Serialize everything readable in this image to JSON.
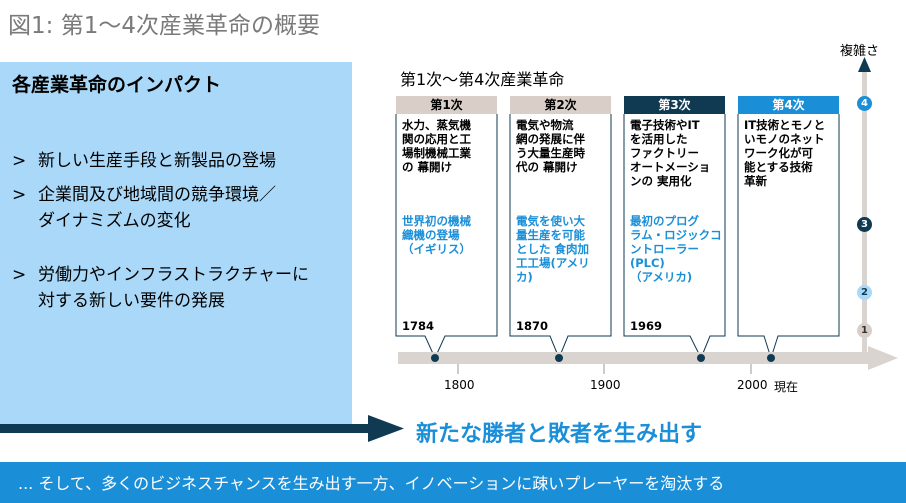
{
  "title": "図1: 第1〜4次産業革命の概要",
  "left_panel": {
    "heading": "各産業革命のインパクト",
    "bullets": [
      {
        "marker": ">",
        "lines": [
          "新しい生産手段と新製品の登場"
        ]
      },
      {
        "marker": ">",
        "lines": [
          "企業間及び地域間の競争環境／",
          "ダイナミズムの変化"
        ]
      },
      {
        "marker": ">",
        "lines": [
          "労働力やインフラストラクチャーに",
          "対する新しい要件の発展"
        ]
      }
    ]
  },
  "arrow_label": "新たな勝者と敗者を生み出す",
  "bottom_banner": "... そして、多くのビジネスチャンスを生み出す一方、イノベーションに疎いプレーヤーを淘汰する",
  "timeline": {
    "title": "第1次〜第4次産業革命",
    "y_axis_label": "複雑さ",
    "levels": [
      "1",
      "2",
      "3",
      "4"
    ],
    "x_ticks": [
      "1800",
      "1900",
      "2000"
    ],
    "now_label": "現在",
    "revolutions": [
      {
        "header": "第1次",
        "description": [
          "水力、蒸気機",
          "関の応用と工",
          "場制機械工業",
          "の 幕開け"
        ],
        "innovation": [
          "世界初の機械",
          "織機の登場",
          "（イギリス）"
        ],
        "year": "1784",
        "level": 1
      },
      {
        "header": "第2次",
        "description": [
          "電気や物流",
          "網の発展に伴",
          "う大量生産時",
          "代の 幕開け"
        ],
        "innovation": [
          "電気を使い大",
          "量生産を可能",
          "とした 食肉加",
          "工工場(アメリ",
          "カ)"
        ],
        "year": "1870",
        "level": 2
      },
      {
        "header": "第3次",
        "description": [
          "電子技術やIT",
          "を活用した",
          "ファクトリー",
          "オートメーショ",
          "ンの 実用化"
        ],
        "innovation": [
          "最初のプログ",
          "ラム・ロジックコ",
          "ントローラー",
          "(PLC)",
          "（アメリカ)"
        ],
        "year": "1969",
        "level": 3
      },
      {
        "header": "第4次",
        "description": [
          "IT技術とモノと",
          "いモノのネット",
          "ワーク化が可",
          "能とする技術",
          "革新"
        ],
        "innovation": [],
        "year": "",
        "level": 4
      }
    ]
  },
  "colors": {
    "panel_bg": "#a9d8f8",
    "accent_blue": "#1a8fd8",
    "dark_navy": "#0f3a52",
    "header_gray": "#d9cfc8",
    "axis_gray": "#d9d4d0"
  }
}
